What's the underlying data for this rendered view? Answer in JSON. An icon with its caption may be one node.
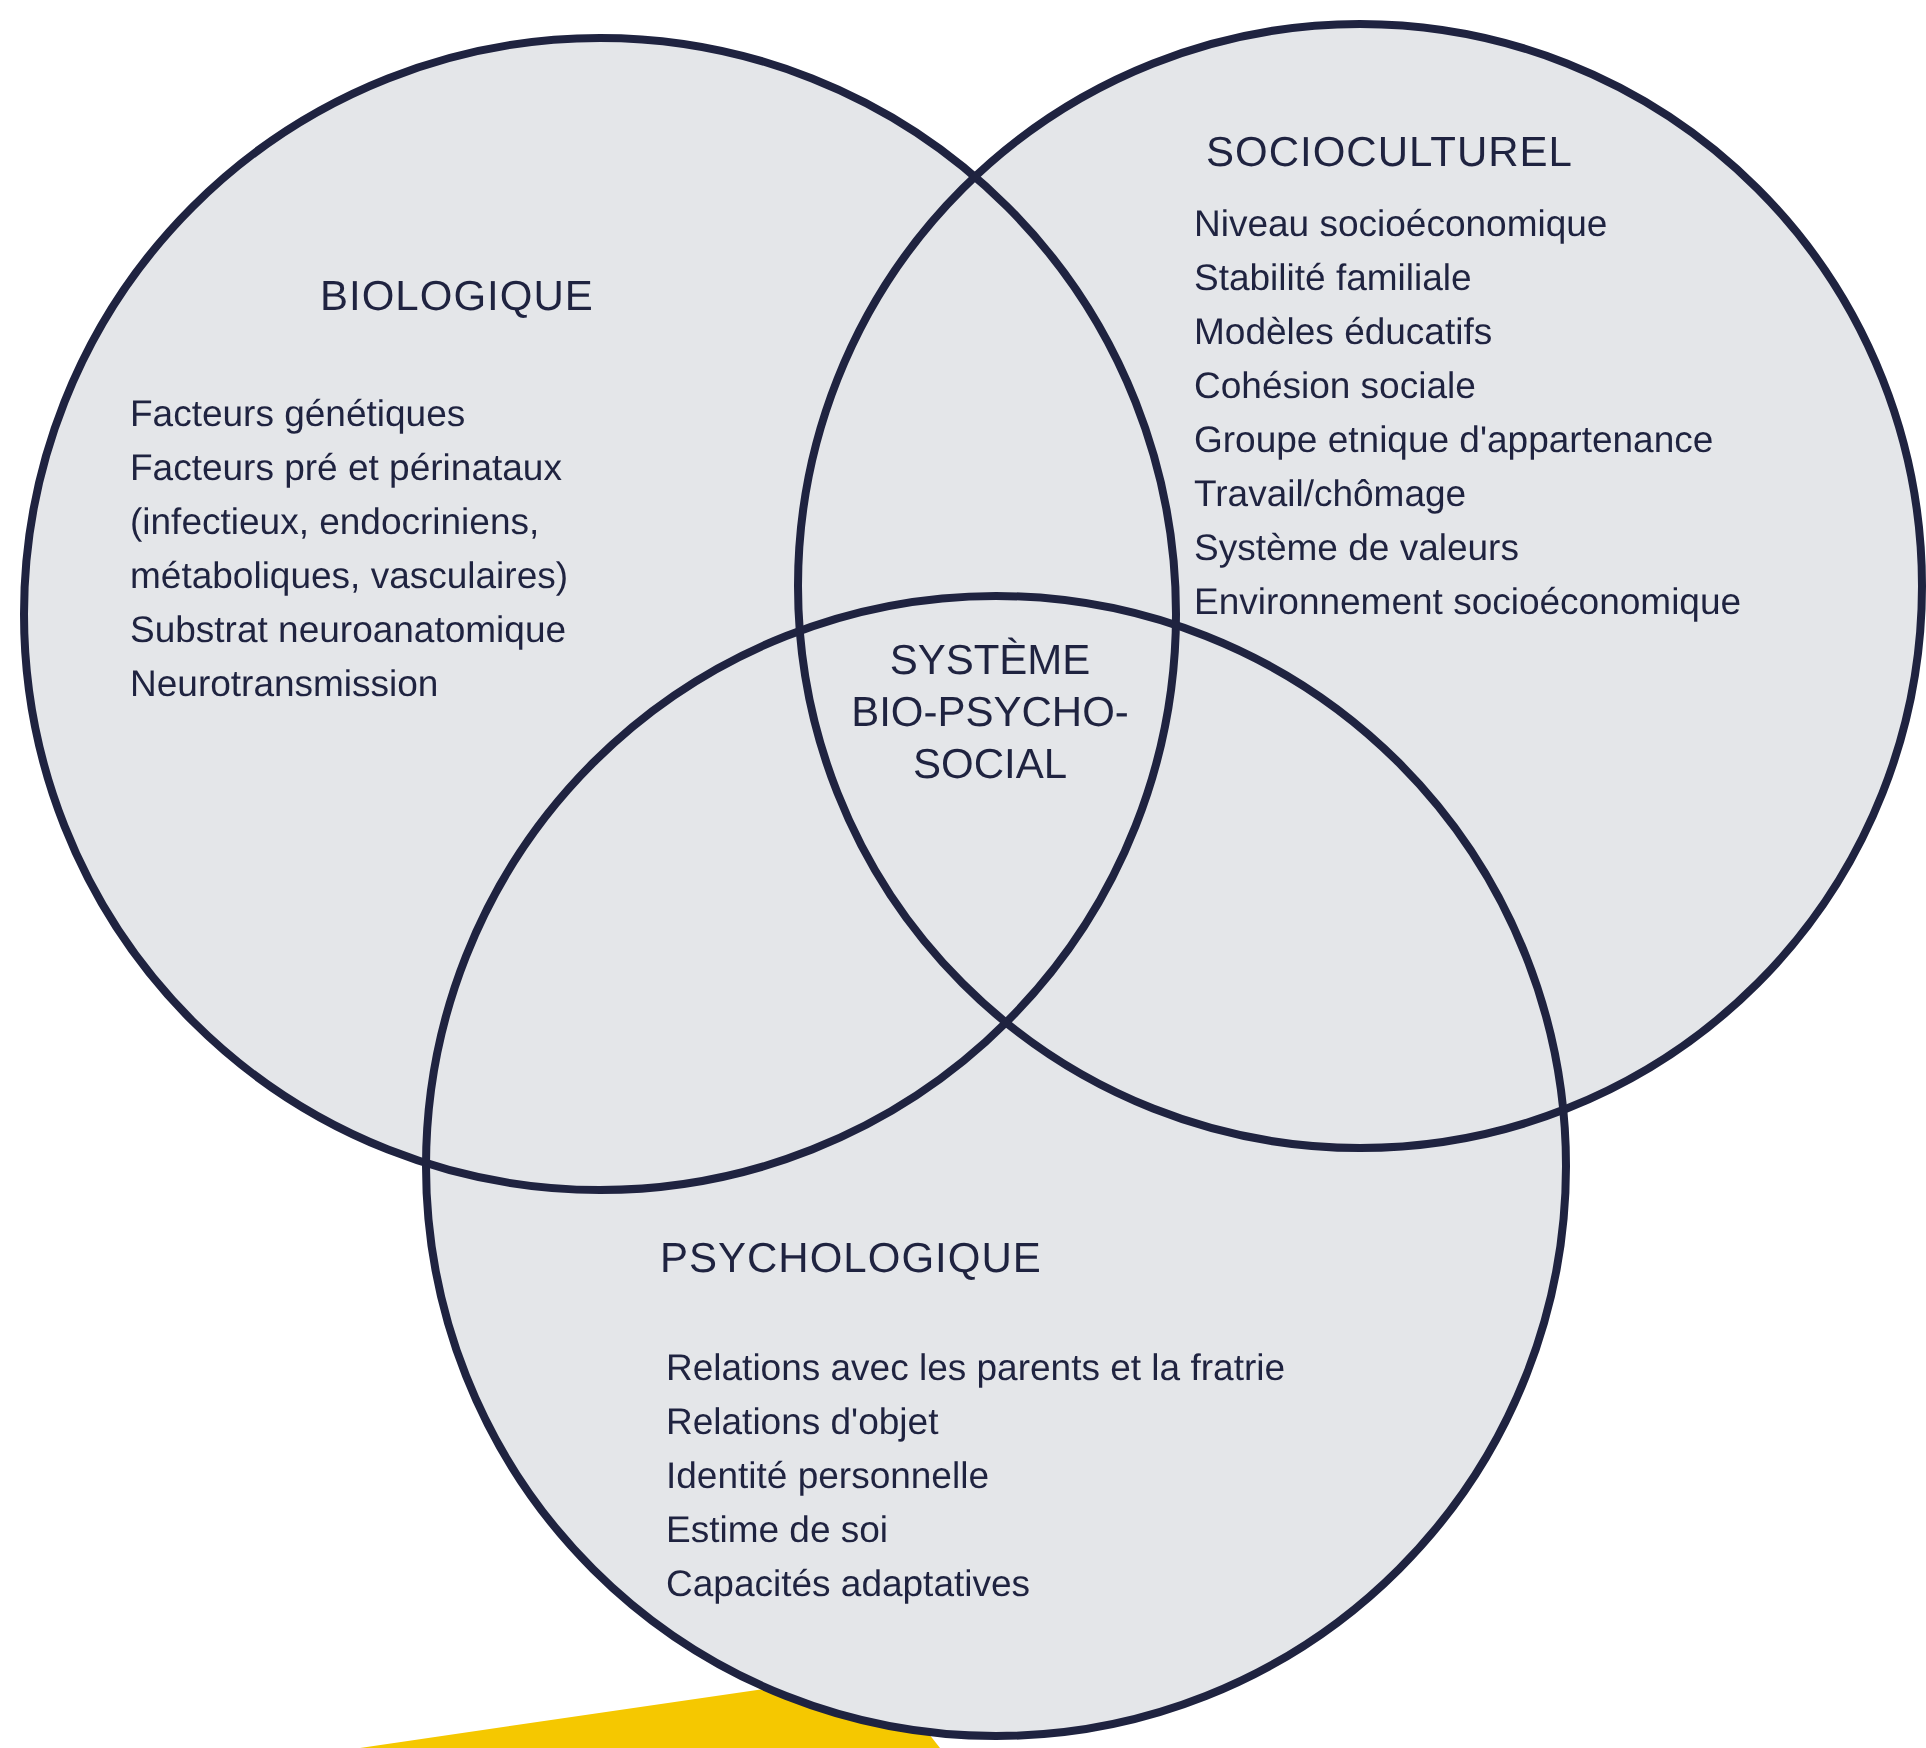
{
  "diagram": {
    "nodes": [
      {
        "text": [
          "BIOLOGIQUE",
          "Facteurs génétiques",
          "Facteurs pré et périnataux (infectieux, endocriniens, métaboliques, vasculaires)",
          "Substrat neuroanatomique",
          "Neurotransmission"
        ]
      },
      {
        "text": [
          "SOCIOCULTUREL",
          "Niveau socioéconomique",
          "Stabilité familiale",
          "Modèles éducatifs",
          "Cohésion sociale",
          "Groupe etnique d'appartenance",
          "Travail/chômage",
          "Système de valeurs",
          "Environnement socioéconomique"
        ]
      },
      {
        "text": [
          "PSYCHOLOGIQUE",
          "Relations avec les parents et la fratrie",
          "Relations d'objet",
          "Identité personnelle",
          "Estime de soi",
          "Capacités adaptatives"
        ]
      },
      {
        "text": [
          "SYSTÈME BIO-PSYCHO-SOCIAL"
        ]
      }
    ],
    "edges": []
  }
}
